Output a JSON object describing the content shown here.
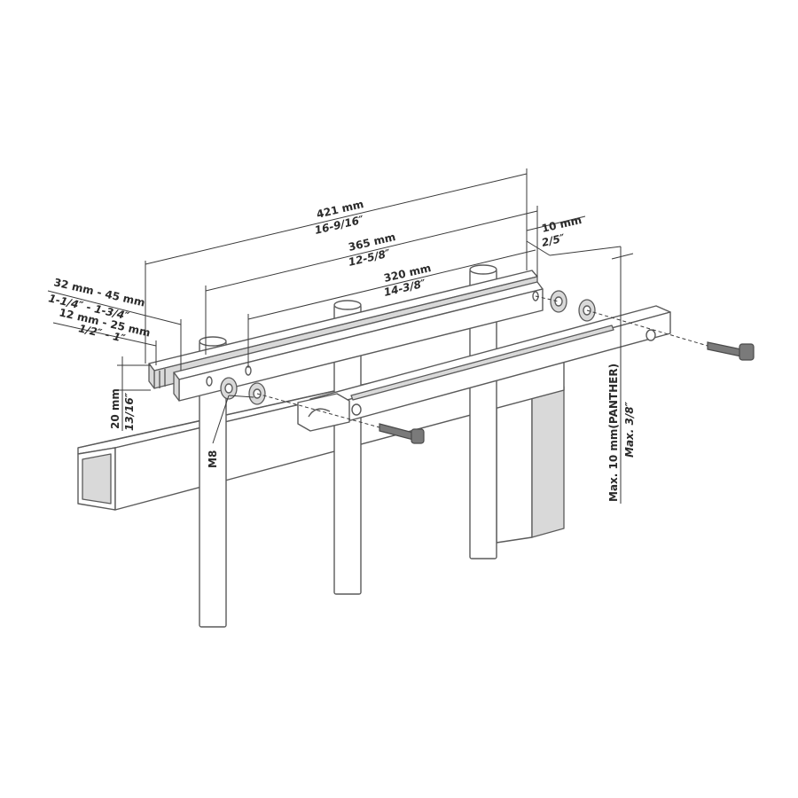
{
  "dimensions": {
    "overall_length": {
      "metric": "421 mm",
      "imperial": "16-9/16″"
    },
    "mid_length": {
      "metric": "365 mm",
      "imperial": "12-5/8″"
    },
    "short_length": {
      "metric": "320 mm",
      "imperial": "14-3/8″"
    },
    "end_offset": {
      "metric": "10 mm",
      "imperial": "2/5″"
    },
    "post_range_large": {
      "metric": "32 mm - 45 mm",
      "imperial": "1-1/4″ - 1-3/4″"
    },
    "post_range_small": {
      "metric": "12 mm - 25 mm",
      "imperial": "1/2″ - 1″"
    },
    "rail_height": {
      "metric": "20 mm",
      "imperial": "13/16″"
    },
    "bolt_size": "M8",
    "max_gap": {
      "metric": "Max. 10 mm(PANTHER)",
      "imperial": "Max. 3/8″"
    }
  }
}
